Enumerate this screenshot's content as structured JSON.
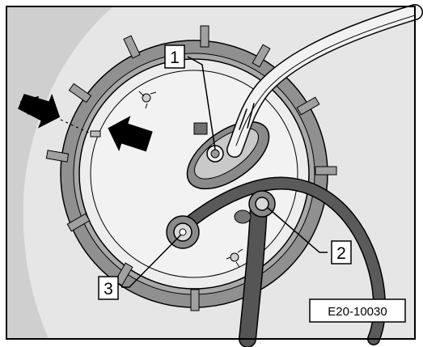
{
  "figure": {
    "reference_code": "E20-10030",
    "callouts": [
      {
        "number": "1"
      },
      {
        "number": "2"
      },
      {
        "number": "3"
      }
    ]
  },
  "colors": {
    "background": "#ffffff",
    "frame": "#000000",
    "tank_surface": "#e2e2e2",
    "ring": "#8f8f8f",
    "flange": "#f0f0f0",
    "hose": "#5a5a5a",
    "arrow": "#000000"
  },
  "icons": [
    "alignment-arrow-icon",
    "alignment-arrow-icon"
  ]
}
